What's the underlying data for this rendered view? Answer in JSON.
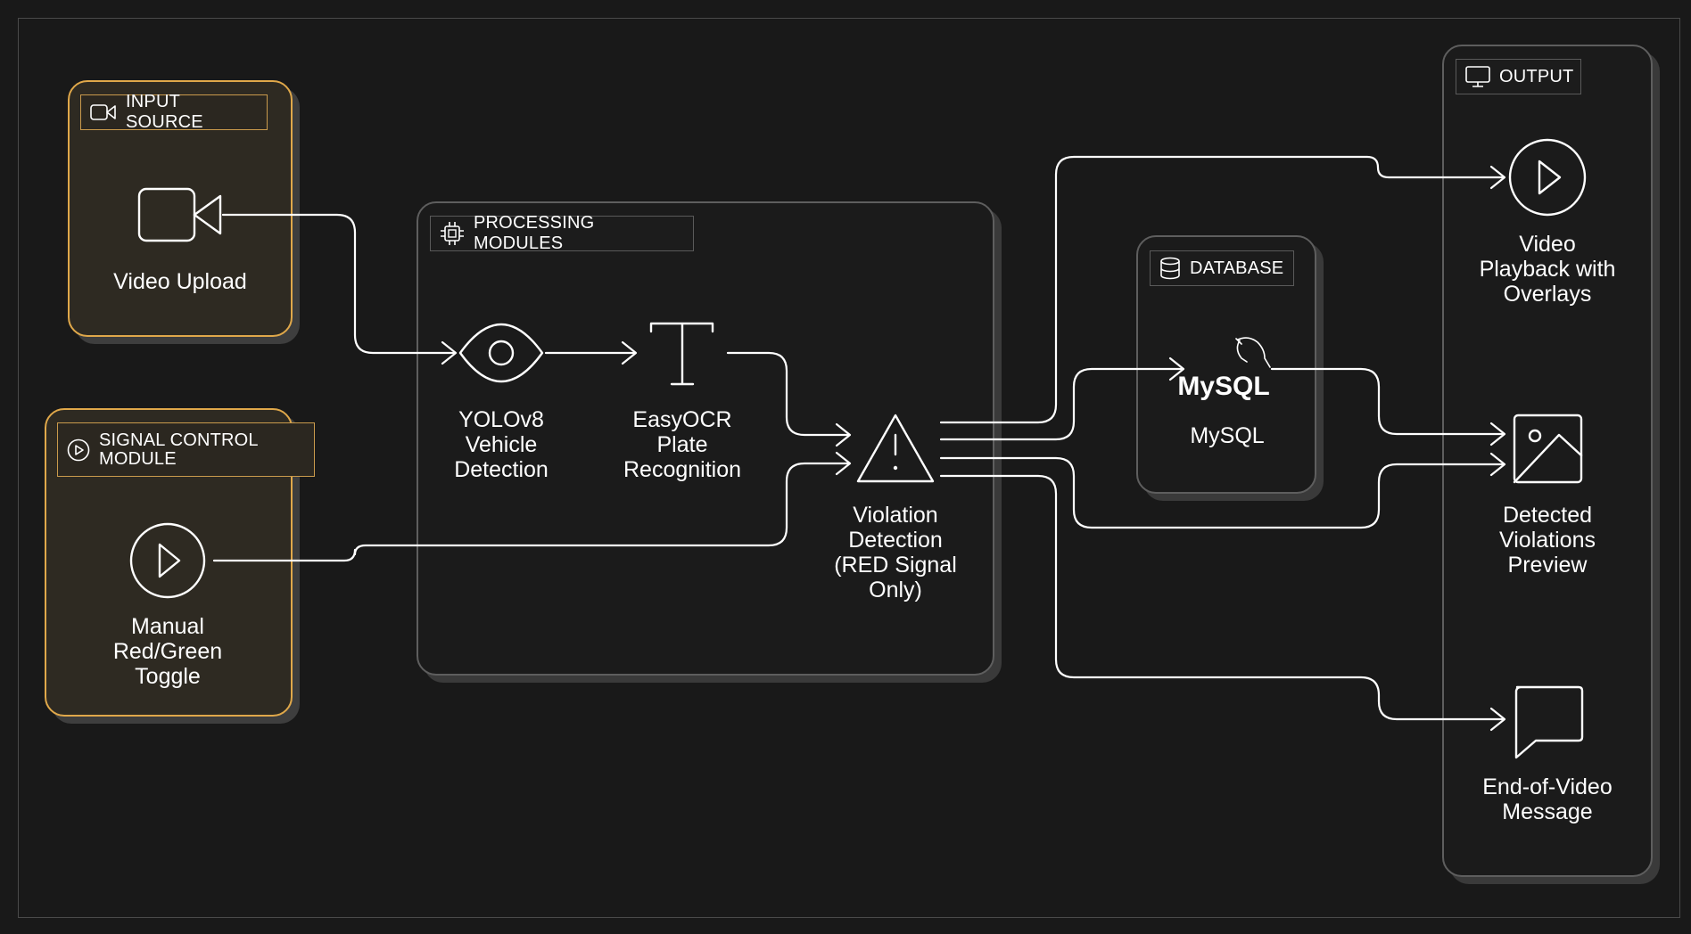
{
  "groups": {
    "input": {
      "tag": "INPUT SOURCE",
      "tag_icon": "video-camera-icon"
    },
    "signal": {
      "tag": "SIGNAL CONTROL\nMODULE",
      "tag_icon": "play-circle-icon"
    },
    "processing": {
      "tag": "PROCESSING MODULES",
      "tag_icon": "cpu-chip-icon"
    },
    "database": {
      "tag": "DATABASE",
      "tag_icon": "database-icon"
    },
    "output": {
      "tag": "OUTPUT",
      "tag_icon": "monitor-icon"
    }
  },
  "nodes": {
    "video_upload": {
      "label": "Video Upload",
      "icon": "video-camera-icon"
    },
    "toggle": {
      "label": "Manual\nRed/Green\nToggle",
      "icon": "play-circle-icon"
    },
    "yolo": {
      "label": "YOLOv8\nVehicle\nDetection",
      "icon": "eye-icon"
    },
    "ocr": {
      "label": "EasyOCR\nPlate\nRecognition",
      "icon": "text-t-icon"
    },
    "violation": {
      "label": "Violation\nDetection\n(RED Signal\nOnly)",
      "icon": "warning-triangle-icon"
    },
    "mysql": {
      "label": "MySQL",
      "logo_text": "MySQL",
      "icon": "mysql-dolphin-logo"
    },
    "playback": {
      "label": "Video\nPlayback with\nOverlays",
      "icon": "play-circle-icon"
    },
    "preview": {
      "label": "Detected\nViolations\nPreview",
      "icon": "image-icon"
    },
    "message": {
      "label": "End-of-Video\nMessage",
      "icon": "speech-bubble-icon"
    }
  },
  "colors": {
    "background": "#191919",
    "accent_border": "#e0a84a",
    "accent_fill": "#2e2a22",
    "group_border": "#5e5e5e",
    "line": "#ffffff"
  }
}
